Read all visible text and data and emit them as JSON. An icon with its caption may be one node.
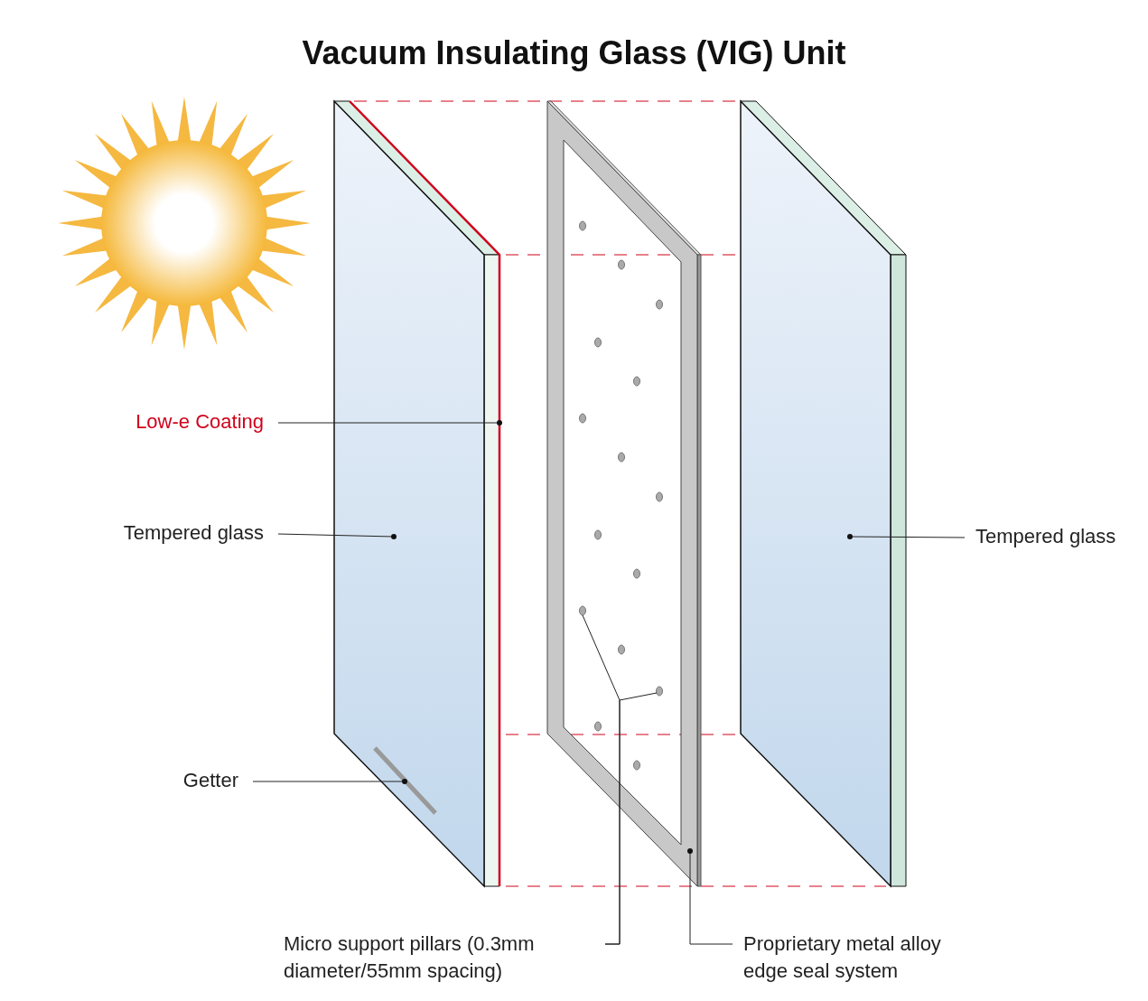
{
  "diagram": {
    "title": "Vacuum Insulating Glass (VIG) Unit",
    "nodes": [
      {
        "text": [
          "Low-e Coating"
        ]
      },
      {
        "text": [
          "Tempered glass"
        ]
      },
      {
        "text": [
          "Tempered glass"
        ]
      },
      {
        "text": [
          "Getter"
        ]
      },
      {
        "text": [
          "Micro support pillars (0.3mm diameter/55mm spacing)"
        ]
      },
      {
        "text": [
          "Proprietary metal alloy edge seal system"
        ]
      },
      {
        "text": [],
        "shape": "bar"
      },
      {
        "text": [],
        "shape": "box"
      },
      {
        "text": [],
        "shape": "box"
      },
      {
        "text": [],
        "shape": "box"
      },
      {
        "text": [],
        "shape": "bar",
        "in": 7
      },
      {
        "text": [],
        "shape": "circle",
        "in": 8
      },
      {
        "text": [],
        "shape": "circle",
        "in": 8
      }
    ],
    "edges": [
      {
        "from": 0,
        "to": 6,
        "arrow": "none"
      },
      {
        "from": 1,
        "to": 7,
        "arrow": "none"
      },
      {
        "from": 2,
        "to": 9,
        "arrow": "none"
      },
      {
        "from": 3,
        "to": 10,
        "arrow": "none"
      },
      {
        "from": 4,
        "to": 11,
        "arrow": "none"
      },
      {
        "from": 4,
        "to": 12,
        "arrow": "none"
      },
      {
        "from": 5,
        "to": 8,
        "arrow": "none"
      }
    ]
  }
}
